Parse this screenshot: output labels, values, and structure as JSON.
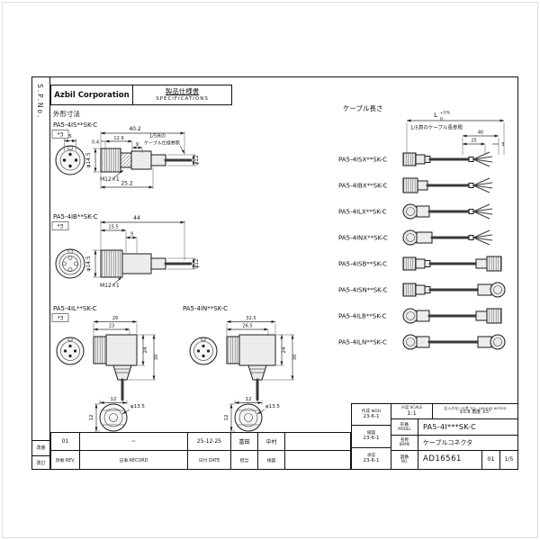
{
  "page": {
    "sp_no": "S.P.No.",
    "corner_top": "改番",
    "corner_bottom": "改訂"
  },
  "header": {
    "company": "Azbil Corporation",
    "title_jp": "製品仕様書",
    "title_en": "SPECIFICATIONS"
  },
  "outline": {
    "section_title": "外形寸法",
    "spec_note_line1": "1/5頁の",
    "spec_note_line2": "ケーブル仕様参照",
    "connector_s": {
      "part_no": "PA5-4IS**SK-C",
      "marker": "*3",
      "dim_pin": "5",
      "dim_overall": "40.2",
      "dim_a": "0.4",
      "dim_b": "12.9",
      "dim_c": "9",
      "dim_cable_dia": "φ12",
      "dim_body_dia": "φ14.5",
      "thread": "M12×1",
      "dim_d": "25.2"
    },
    "connector_b": {
      "part_no": "PA5-4IB**SK-C",
      "marker": "*3",
      "dim_overall": "44",
      "dim_a": "15.5",
      "dim_b": "9",
      "dim_cable_dia": "φ12",
      "dim_body_dia": "φ14.5",
      "thread": "M12×1"
    },
    "connector_l": {
      "part_no": "PA5-4IL**SK-C",
      "marker": "*3",
      "dim_w1": "29",
      "dim_w2": "23",
      "dim_h1": "24",
      "dim_h2": "30",
      "dim_bottom_w": "12",
      "dim_nut_dia": "φ13.5",
      "dim_bottom_h": "12"
    },
    "connector_n": {
      "part_no": "PA5-4IN**SK-C",
      "dim_w1": "32.5",
      "dim_w2": "26.5",
      "dim_h1": "24",
      "dim_h2": "30",
      "dim_bottom_w": "12",
      "dim_nut_dia": "φ13.5",
      "dim_bottom_h": "12"
    }
  },
  "cable_list": {
    "section_title": "ケーブル長さ",
    "length_label": "L",
    "length_tol_upper": "+5%",
    "length_tol_lower": "0",
    "length_note": "1/5頁のケーブル長参照",
    "dim_strip": "40",
    "dim_a": "25",
    "dim_b": "3",
    "items": [
      {
        "part_no": "PA5-4ISX**SK-C"
      },
      {
        "part_no": "PA5-4IBX**SK-C"
      },
      {
        "part_no": "PA5-4ILX**SK-C"
      },
      {
        "part_no": "PA5-4INX**SK-C"
      },
      {
        "part_no": "PA5-4ISB**SK-C"
      },
      {
        "part_no": "PA5-4ISN**SK-C"
      },
      {
        "part_no": "PA5-4ILB**SK-C"
      },
      {
        "part_no": "PA5-4ILN**SK-C"
      }
    ]
  },
  "revision_table": {
    "row": {
      "rev": "01",
      "record": "~",
      "date": "25-12-25",
      "charge": "富田",
      "check": "中村"
    },
    "headers": {
      "rev": "改番 REV.",
      "record": "記事 RECORD",
      "date": "日付 DATE",
      "charge": "担当",
      "check": "検図"
    }
  },
  "title_block": {
    "signs": [
      {
        "role": "作成",
        "stamp": "⊕DH",
        "date": "23-6-1"
      },
      {
        "role": "検図",
        "stamp": "",
        "date": "23-6-1"
      },
      {
        "role": "承認",
        "stamp": "",
        "date": "23-6-1"
      }
    ],
    "scale_label": "尺度 SCALE",
    "scale": "1:1",
    "tol_label": "記入のない公差 TOL. UNLESS NOTED",
    "tol_value": "±0.8",
    "angle_value": "角度 ±5°",
    "model_label": "形番",
    "model_label_en": "MODEL",
    "model": "PA5-4I***SK-C",
    "name_label": "名称",
    "name_label_en": "NAME",
    "name": "ケーブルコネクタ",
    "no_label": "図番",
    "no_label_en": "NO.",
    "drawing_no": "AD16561",
    "rev": "01",
    "sheet": "1/5"
  }
}
